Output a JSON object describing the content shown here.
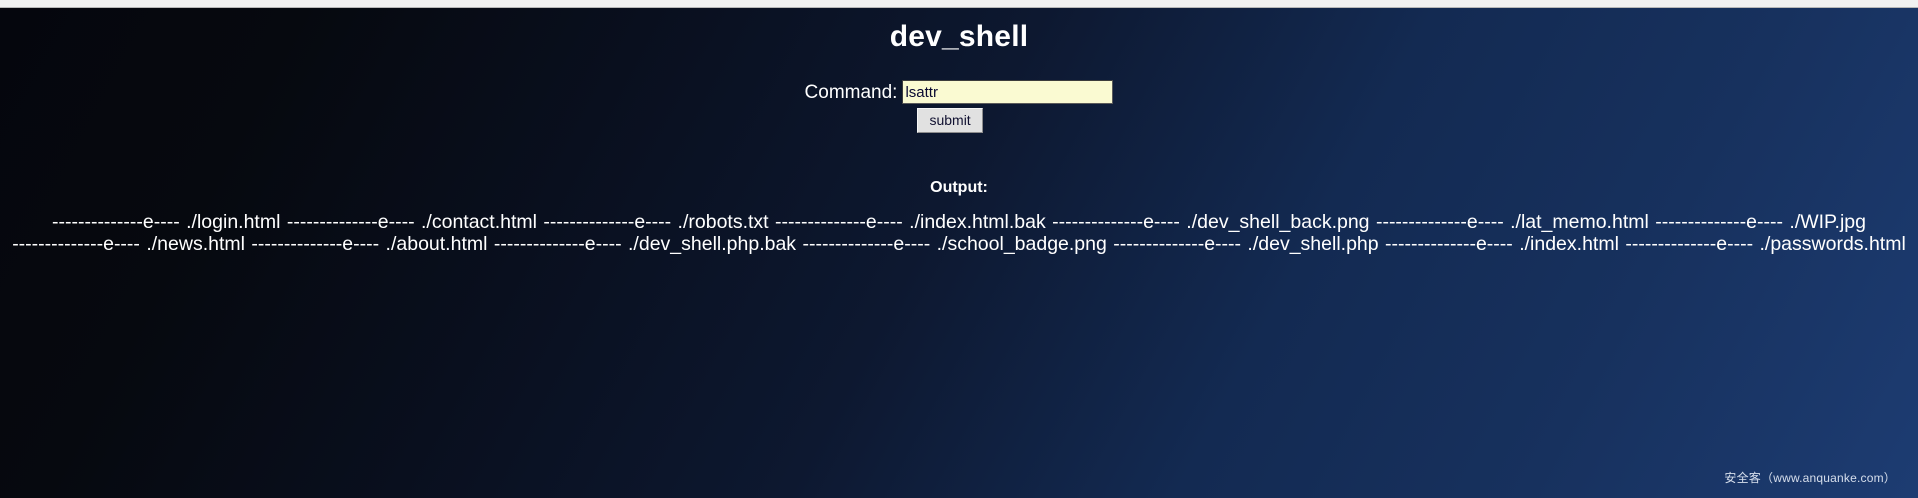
{
  "browser": {
    "chrome_strip": ""
  },
  "page": {
    "title": "dev_shell",
    "background_top_left": "#05060d",
    "background_bottom_right": "#1d3c72",
    "text_color": "#ffffff"
  },
  "form": {
    "command_label": "Command:",
    "command_value": "lsattr",
    "command_placeholder": "",
    "submit_label": "submit",
    "input_background": "#fafad2",
    "input_text_color": "#0a0a32"
  },
  "output": {
    "heading": "Output:",
    "attr_mask": "--------------e----",
    "entries": [
      {
        "attrs": "--------------e----",
        "path": "./login.html"
      },
      {
        "attrs": "--------------e----",
        "path": "./contact.html"
      },
      {
        "attrs": "--------------e----",
        "path": "./robots.txt"
      },
      {
        "attrs": "--------------e----",
        "path": "./index.html.bak"
      },
      {
        "attrs": "--------------e----",
        "path": "./dev_shell_back.png"
      },
      {
        "attrs": "--------------e----",
        "path": "./lat_memo.html"
      },
      {
        "attrs": "--------------e----",
        "path": "./WIP.jpg"
      },
      {
        "attrs": "--------------e----",
        "path": "./news.html"
      },
      {
        "attrs": "--------------e----",
        "path": "./about.html"
      },
      {
        "attrs": "--------------e----",
        "path": "./dev_shell.php.bak"
      },
      {
        "attrs": "--------------e----",
        "path": "./school_badge.png"
      },
      {
        "attrs": "--------------e----",
        "path": "./dev_shell.php"
      },
      {
        "attrs": "--------------e----",
        "path": "./index.html"
      },
      {
        "attrs": "--------------e----",
        "path": "./passwords.html"
      }
    ]
  },
  "watermark": {
    "text": "安全客（www.anquanke.com）"
  }
}
